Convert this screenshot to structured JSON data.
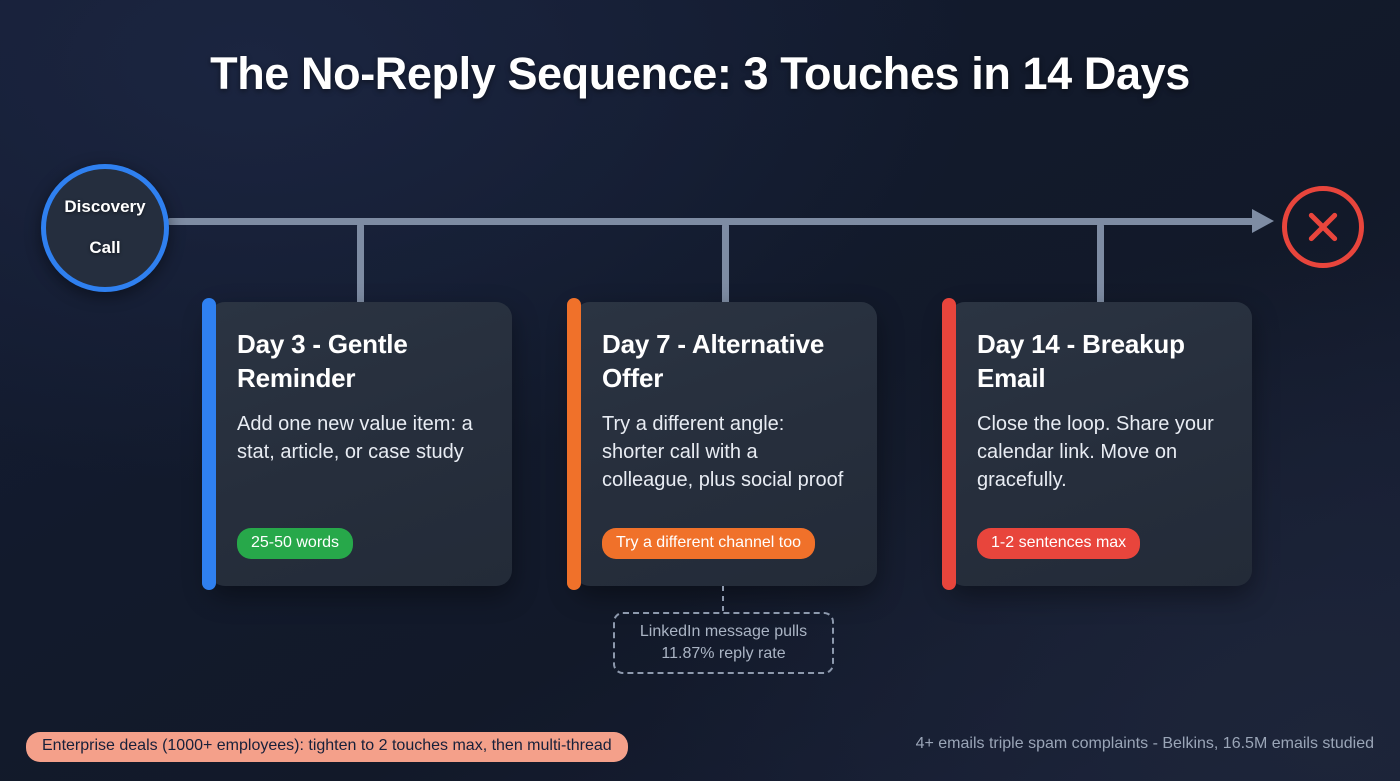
{
  "title": "The No-Reply Sequence: 3 Touches in 14 Days",
  "timeline": {
    "start_node": {
      "line1": "Discovery",
      "line2": "Call",
      "ring_color": "#2f80f0",
      "fill_color": "#252e3e"
    },
    "end_node": {
      "icon": "close-x-icon",
      "color": "#e8453c"
    },
    "connector_color": "#7e8ca3"
  },
  "cards": [
    {
      "title": "Day 3 - Gentle Reminder",
      "body": "Add one new value item: a stat, article, or case study",
      "badge": "25-50 words",
      "badge_color": "#27a84a",
      "accent_color": "#2f80f0"
    },
    {
      "title": "Day 7 - Alternative Offer",
      "body": "Try a different angle: shorter call with a colleague, plus social proof",
      "badge": "Try a different channel too",
      "badge_color": "#f0712a",
      "accent_color": "#f0712a"
    },
    {
      "title": "Day 14 - Breakup Email",
      "body": "Close the loop. Share your calendar link. Move on gracefully.",
      "badge": "1-2 sentences max",
      "badge_color": "#e8453c",
      "accent_color": "#e8453c"
    }
  ],
  "annotation": {
    "text": "LinkedIn message pulls 11.87% reply rate"
  },
  "footer": {
    "pill": "Enterprise deals (1000+ employees): tighten to 2 touches max, then multi-thread",
    "pill_bg": "#f4a08a",
    "note": "4+ emails triple spam complaints - Belkins, 16.5M emails studied"
  }
}
